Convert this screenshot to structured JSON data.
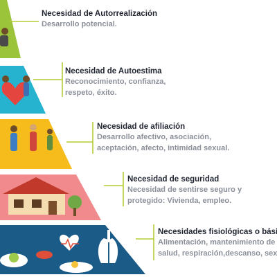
{
  "levels": [
    {
      "title": "Necesidad de Autorrealización",
      "desc_lines": [
        "Desarrollo potencial."
      ],
      "color": "#9bc43b",
      "icon": "person-icon"
    },
    {
      "title": "Necesidad de Autoestima",
      "desc_lines": [
        "Reconocimiento, confianza,",
        "respeto, éxito."
      ],
      "color": "#26b3cf",
      "icon": "heart-people-icon"
    },
    {
      "title": "Necesidad de afiliación",
      "desc_lines": [
        "Desarrollo afectivo, asociación,",
        "aceptación, afecto, intimidad sexual."
      ],
      "color": "#f6bc1c",
      "icon": "people-icon"
    },
    {
      "title": "Necesidad de seguridad",
      "desc_lines": [
        "Necesidad de sentirse seguro y",
        "protegido: Vivienda, empleo."
      ],
      "color": "#f08a8c",
      "icon": "house-icon"
    },
    {
      "title": "Necesidades fisiológicas o básicas",
      "desc_lines": [
        "Alimentación, mantenimiento de la",
        "salud, respiración,descanso, sexo."
      ],
      "color": "#1b5b88",
      "icon": "body-icon"
    }
  ],
  "colors": {
    "connector": "#b5cc34"
  }
}
